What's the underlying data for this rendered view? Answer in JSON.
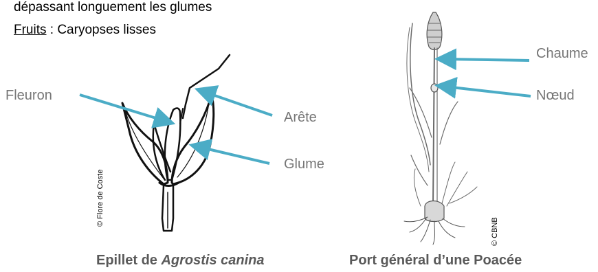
{
  "text": {
    "line1": "dépassant longuement les glumes",
    "line2_label": "Fruits",
    "line2_rest": " : Caryopses lisses"
  },
  "labels": {
    "fleuron": "Fleuron",
    "arete": "Arête",
    "glume": "Glume",
    "chaume": "Chaume",
    "noeud": "Nœud"
  },
  "credits": {
    "left": "© Flore de Coste",
    "right": "© CBNB"
  },
  "captions": {
    "left_prefix": "Epillet de ",
    "left_species": "Agrostis canina",
    "right": "Port général d’une Poacée"
  },
  "colors": {
    "arrow": "#4bacc6",
    "label": "#767676",
    "caption": "#595959"
  }
}
